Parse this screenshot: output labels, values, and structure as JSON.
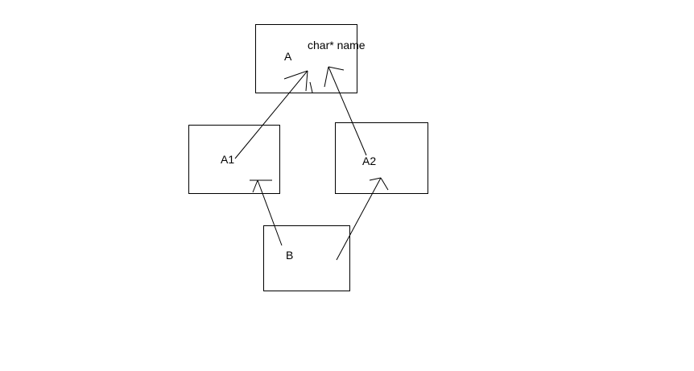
{
  "nodes": {
    "a": {
      "label": "A",
      "field": "char* name"
    },
    "a1": {
      "label": "A1"
    },
    "a2": {
      "label": "A2"
    },
    "b": {
      "label": "B"
    }
  },
  "colors": {
    "stroke": "#000000",
    "background": "#ffffff"
  }
}
